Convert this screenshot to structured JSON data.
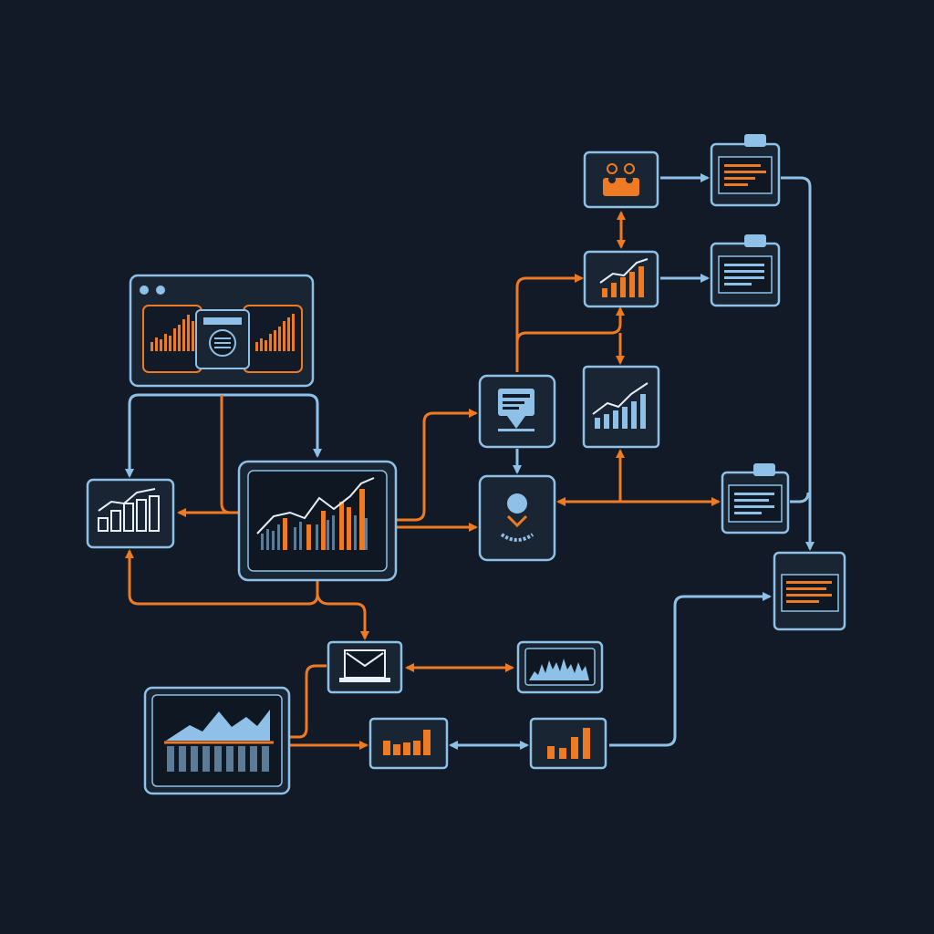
{
  "colors": {
    "background": "#111a26",
    "accent_blue": "#8fc1e8",
    "accent_orange": "#ef7a24",
    "panel": "#1a2533"
  },
  "nodes": [
    {
      "id": "dashboard-window",
      "icon": "browser-window-icon"
    },
    {
      "id": "main-chart",
      "icon": "line-bar-chart-icon"
    },
    {
      "id": "growth-chart-left",
      "icon": "bar-chart-icon"
    },
    {
      "id": "team-node",
      "icon": "users-icon"
    },
    {
      "id": "growth-chart-top",
      "icon": "trend-chart-icon"
    },
    {
      "id": "chat-node",
      "icon": "chat-message-icon"
    },
    {
      "id": "trend-chart-mid",
      "icon": "trend-chart-icon"
    },
    {
      "id": "user-node",
      "icon": "user-icon"
    },
    {
      "id": "doc-top",
      "icon": "document-icon"
    },
    {
      "id": "doc-mid",
      "icon": "document-icon"
    },
    {
      "id": "doc-right",
      "icon": "document-icon"
    },
    {
      "id": "doc-bottom-right",
      "icon": "document-icon"
    },
    {
      "id": "email-node",
      "icon": "laptop-email-icon"
    },
    {
      "id": "waveform-node",
      "icon": "waveform-icon"
    },
    {
      "id": "area-chart-node",
      "icon": "area-chart-icon"
    },
    {
      "id": "small-bar-left",
      "icon": "bar-chart-icon"
    },
    {
      "id": "small-bar-right",
      "icon": "bar-chart-icon"
    }
  ]
}
